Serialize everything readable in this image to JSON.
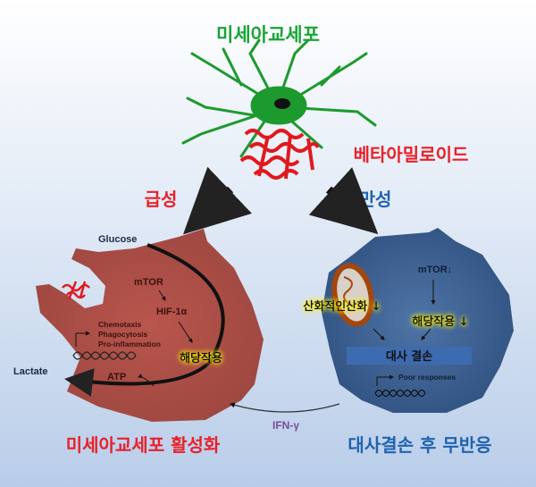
{
  "title": "미세아교세포",
  "amyloid_label": "베타아밀로이드",
  "acute_label": "급성",
  "chronic_label": "만성",
  "left_cell": {
    "glucose": "Glucose",
    "lactate": "Lactate",
    "mtor": "mTOR",
    "hif": "HIF-1α",
    "functions": [
      "Chemotaxis",
      "Phagocytosis",
      "Pro-inflammation"
    ],
    "glycolysis": "해당작용",
    "atp": "ATP"
  },
  "right_cell": {
    "mtor": "mTOR↓",
    "oxphos": "산화적인산화 ↓",
    "glycolysis": "해당작용 ↓",
    "defect": "대사 결손",
    "poor": "Poor responses"
  },
  "ifn": "IFN-γ",
  "left_caption": "미세아교세포 활성화",
  "right_caption": "대사결손 후 무반응",
  "colors": {
    "green": "#17a534",
    "red": "#e8212a",
    "blue": "#1f63b0",
    "left_cell": "#b4534b",
    "right_cell": "#46699b"
  }
}
